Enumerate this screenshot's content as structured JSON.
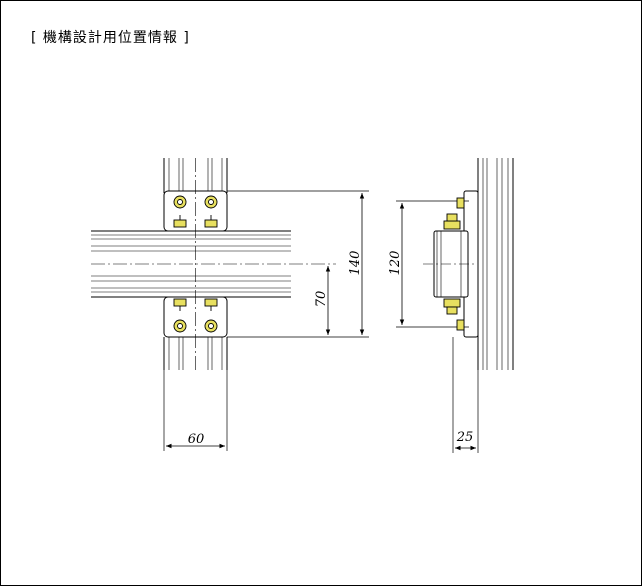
{
  "title": "[ 機構設計用位置情報 ]",
  "dimensions": {
    "width_front": "60",
    "offset_center": "70",
    "total_height": "140",
    "side_height": "120",
    "side_depth": "25"
  },
  "colors": {
    "line": "#000000",
    "bolt": "#e8e060",
    "bolt_inner": "#ffffff"
  }
}
